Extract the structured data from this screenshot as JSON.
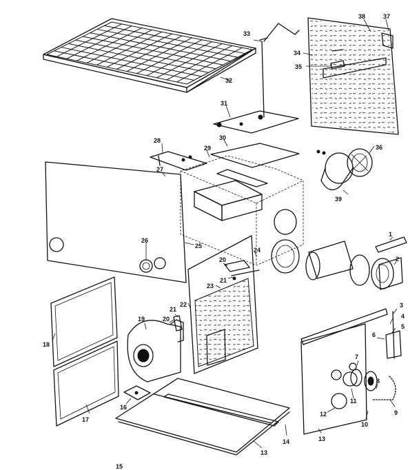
{
  "diagram": {
    "callouts": {
      "c1": "1",
      "c2": "2",
      "c3": "3",
      "c4": "4",
      "c5": "5",
      "c6": "6",
      "c7": "7",
      "c8": "8",
      "c9": "9",
      "c10": "10",
      "c11": "11",
      "c12": "12",
      "c13a": "13",
      "c13b": "13",
      "c14": "14",
      "c15": "15",
      "c16": "16",
      "c17": "17",
      "c18": "18",
      "c19": "19",
      "c20a": "20",
      "c20b": "20",
      "c21a": "21",
      "c21b": "21",
      "c22": "22",
      "c23": "23",
      "c24": "24",
      "c25": "25",
      "c26": "26",
      "c27": "27",
      "c28": "28",
      "c29": "29",
      "c30": "30",
      "c31": "31",
      "c32": "32",
      "c33": "33",
      "c34": "34",
      "c35": "35",
      "c36": "36",
      "c37": "37",
      "c38": "38",
      "c39": "39"
    }
  }
}
